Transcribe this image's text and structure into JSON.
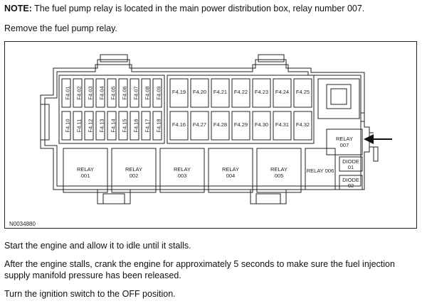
{
  "note": {
    "label": "NOTE:",
    "text": " The fuel pump relay is located in the main power distribution box, relay number 007."
  },
  "step_remove": "Remove the fuel pump relay.",
  "figure": {
    "id_label": "N0034880",
    "fuses_top_left": [
      "F4.01",
      "F4.02",
      "F4.03",
      "F4.04",
      "F4.05",
      "F4.06",
      "F4.07",
      "F4.08",
      "F4.09"
    ],
    "fuses_bottom_left": [
      "F4.10",
      "F4.11",
      "F4.12",
      "F4.13",
      "F4.14",
      "F4.15",
      "F4.16",
      "F4.17",
      "F4.18"
    ],
    "fuses_top_right": [
      "F4.19",
      "F4.20",
      "F4.21",
      "F4.22",
      "F4.23",
      "F4.24",
      "F4.25"
    ],
    "fuses_bottom_right": [
      "F4.16",
      "F4.27",
      "F4.28",
      "F4.29",
      "F4.30",
      "F4.31",
      "F4.32"
    ],
    "relays": [
      {
        "line1": "RELAY",
        "line2": "001"
      },
      {
        "line1": "RELAY",
        "line2": "002"
      },
      {
        "line1": "RELAY",
        "line2": "003"
      },
      {
        "line1": "RELAY",
        "line2": "004"
      },
      {
        "line1": "RELAY",
        "line2": "005"
      }
    ],
    "relay_006": "RELAY 006",
    "relay_007": {
      "line1": "RELAY",
      "line2": "007"
    },
    "diode_01": {
      "line1": "DIODE",
      "line2": "01"
    },
    "diode_02": {
      "line1": "DIODE",
      "line2": "02"
    }
  },
  "step_start": "Start the engine and allow it to idle until it stalls.",
  "step_crank_line1": "After the engine stalls, crank the engine for approximately 5 seconds to make sure the fuel injection",
  "step_crank_line2": "supply manifold pressure has been released.",
  "step_ignition": "Turn the ignition switch to the OFF position."
}
